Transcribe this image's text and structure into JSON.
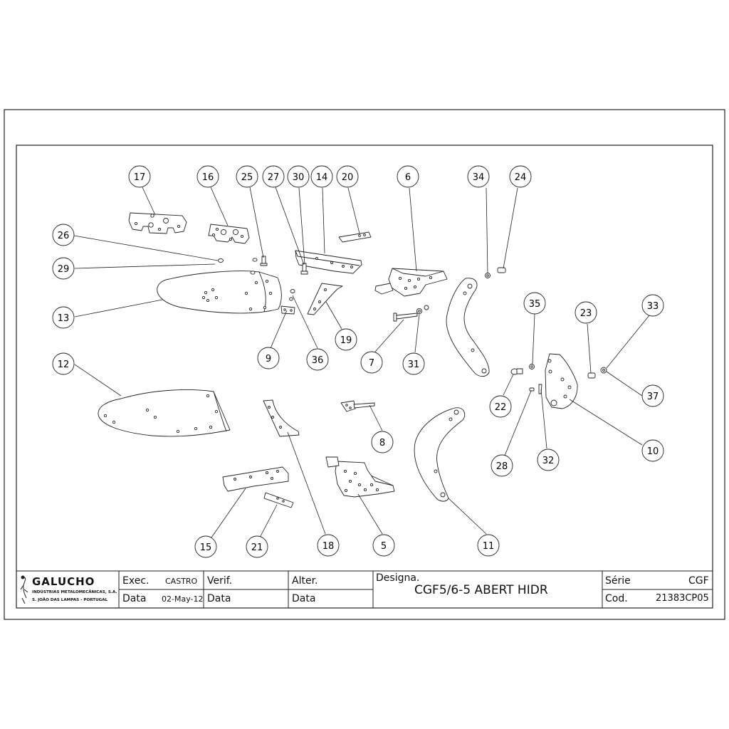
{
  "title_block": {
    "company_name": "GALUCHO",
    "company_line1": "INDÚSTRIAS METALOMECÂNICAS, S.A.",
    "company_line2": "S. JOÃO DAS LAMPAS - PORTUGAL",
    "exec_label": "Exec.",
    "exec_value": "CASTRO",
    "data_label": "Data",
    "data_value": "02-May-12",
    "verif_label": "Verif.",
    "verif_data_label": "Data",
    "alter_label": "Alter.",
    "alter_data_label": "Data",
    "designa_label": "Designa.",
    "designa_value": "CGF5/6-5 ABERT HIDR",
    "serie_label": "Série",
    "serie_value": "CGF",
    "cod_label": "Cod.",
    "cod_value": "21383CP05"
  },
  "callouts": [
    {
      "id": "callout-17",
      "label": "17"
    },
    {
      "id": "callout-16",
      "label": "16"
    },
    {
      "id": "callout-25",
      "label": "25"
    },
    {
      "id": "callout-27",
      "label": "27"
    },
    {
      "id": "callout-30",
      "label": "30"
    },
    {
      "id": "callout-14",
      "label": "14"
    },
    {
      "id": "callout-20",
      "label": "20"
    },
    {
      "id": "callout-6",
      "label": "6"
    },
    {
      "id": "callout-34",
      "label": "34"
    },
    {
      "id": "callout-24",
      "label": "24"
    },
    {
      "id": "callout-26",
      "label": "26"
    },
    {
      "id": "callout-29",
      "label": "29"
    },
    {
      "id": "callout-13",
      "label": "13"
    },
    {
      "id": "callout-9",
      "label": "9"
    },
    {
      "id": "callout-36",
      "label": "36"
    },
    {
      "id": "callout-19",
      "label": "19"
    },
    {
      "id": "callout-7",
      "label": "7"
    },
    {
      "id": "callout-31",
      "label": "31"
    },
    {
      "id": "callout-35",
      "label": "35"
    },
    {
      "id": "callout-23",
      "label": "23"
    },
    {
      "id": "callout-33",
      "label": "33"
    },
    {
      "id": "callout-12",
      "label": "12"
    },
    {
      "id": "callout-22",
      "label": "22"
    },
    {
      "id": "callout-37",
      "label": "37"
    },
    {
      "id": "callout-8",
      "label": "8"
    },
    {
      "id": "callout-28",
      "label": "28"
    },
    {
      "id": "callout-32",
      "label": "32"
    },
    {
      "id": "callout-10",
      "label": "10"
    },
    {
      "id": "callout-15",
      "label": "15"
    },
    {
      "id": "callout-21",
      "label": "21"
    },
    {
      "id": "callout-18",
      "label": "18"
    },
    {
      "id": "callout-5",
      "label": "5"
    },
    {
      "id": "callout-11",
      "label": "11"
    }
  ]
}
